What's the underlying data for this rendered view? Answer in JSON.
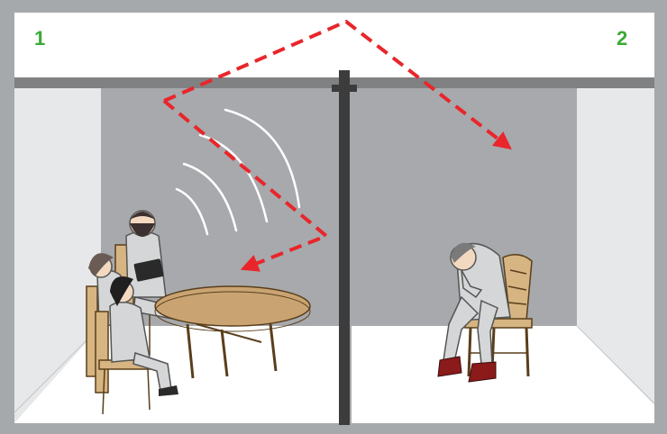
{
  "rooms": [
    {
      "label": "1"
    },
    {
      "label": "2"
    }
  ],
  "colors": {
    "frame": "#a6a9ab",
    "ceiling": "#ffffff",
    "back_wall": "#a7a9ac",
    "side_wall": "#e7e8e9",
    "floor": "#ffffff",
    "partition": "#3c3c3c",
    "sound_path": "#e8262b",
    "sound_waves": "#ffffff",
    "table": "#c9a472",
    "chair": "#d6b582",
    "clothing": "#d5d6d7",
    "shoes": "#8b1a1a",
    "label_green": "#3aaa35"
  },
  "icons": {
    "sound_path": "red-dashed-arrow",
    "sound_waves": "white-arcs"
  }
}
